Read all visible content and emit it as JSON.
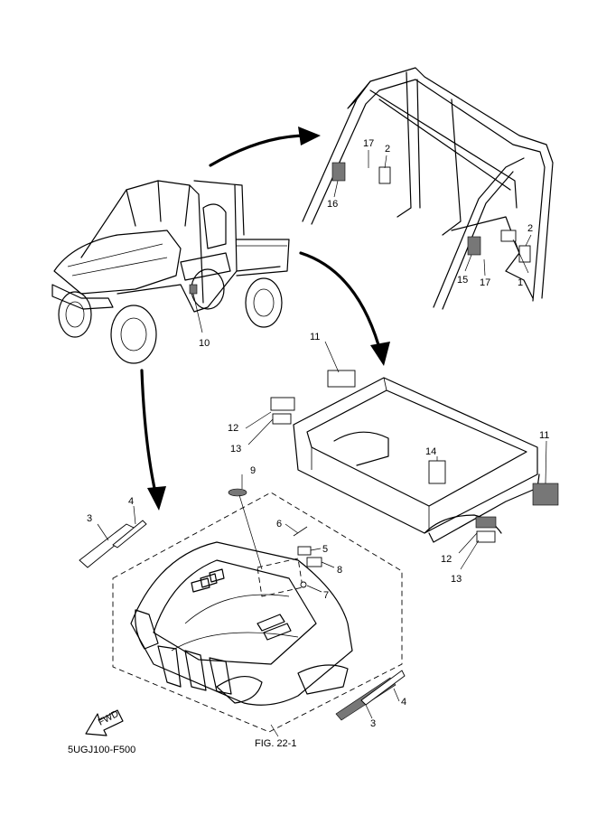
{
  "diagram": {
    "catalog_code": "5UGJ100-F500",
    "figure_ref": "FIG. 22-1",
    "fwd_label": "FWD",
    "callouts": {
      "c1": "1",
      "c2a": "2",
      "c2b": "2",
      "c3a": "3",
      "c3b": "3",
      "c4a": "4",
      "c4b": "4",
      "c5": "5",
      "c6": "6",
      "c7": "7",
      "c8": "8",
      "c9": "9",
      "c10": "10",
      "c11a": "11",
      "c11b": "11",
      "c12a": "12",
      "c12b": "12",
      "c13a": "13",
      "c13b": "13",
      "c14": "14",
      "c15": "15",
      "c16": "16",
      "c17a": "17",
      "c17b": "17"
    }
  }
}
